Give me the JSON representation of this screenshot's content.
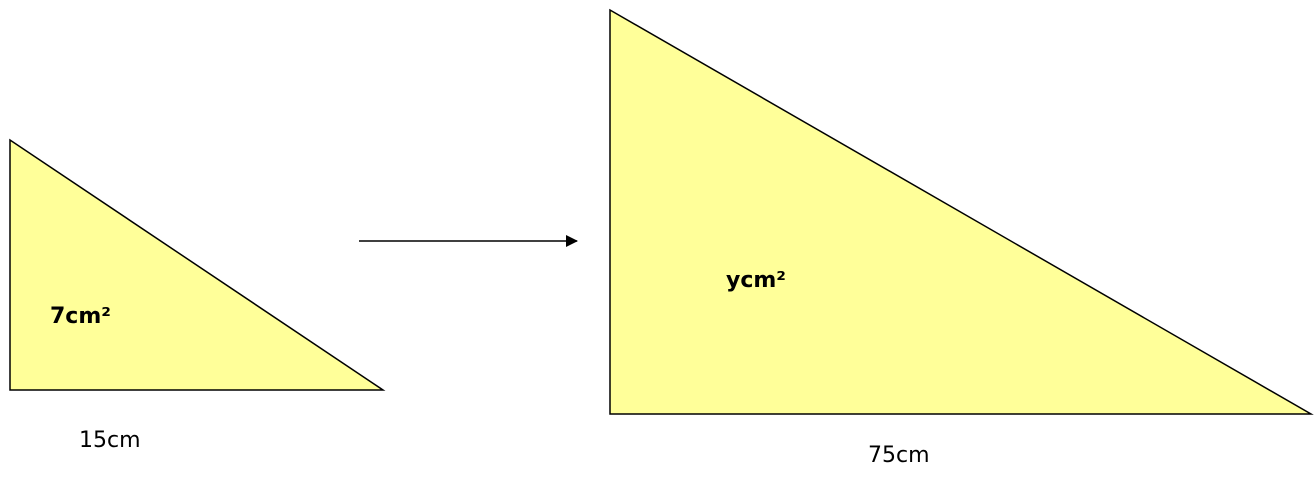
{
  "figure": {
    "small_triangle": {
      "area_label": "7cm²",
      "base_label": "15cm"
    },
    "large_triangle": {
      "area_label": "ycm²",
      "base_label": "75cm"
    },
    "arrow": {
      "direction": "right"
    }
  },
  "colors": {
    "triangle_fill": "#FFFF99",
    "stroke": "#000000",
    "background": "#FFFFFF"
  }
}
